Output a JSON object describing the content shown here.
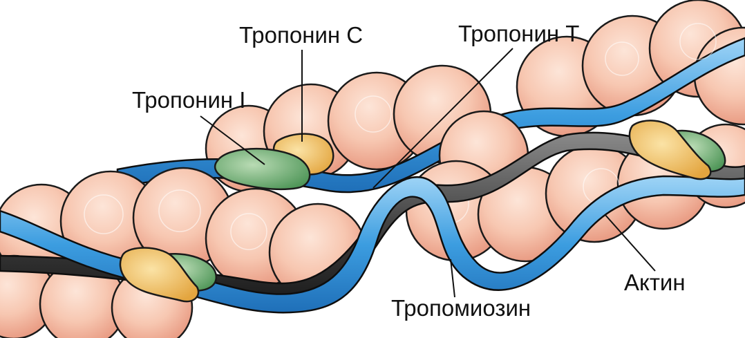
{
  "labels": {
    "troponin_c": "Тропонин С",
    "troponin_t": "Тропонин Т",
    "troponin_i": "Тропонин I",
    "actin": "Актин",
    "tropomyosin": "Тропомиозин"
  },
  "colors": {
    "actin_fill": "#f6c4ad",
    "actin_stroke": "#1a1a1a",
    "tropomyosin_blue": "#3d9fe0",
    "tropomyosin_light": "#a8d8f5",
    "troponin_t_band": "#4a4a4a",
    "troponin_c": "#f2c064",
    "troponin_i": "#6fae72",
    "background": "#ffffff"
  }
}
